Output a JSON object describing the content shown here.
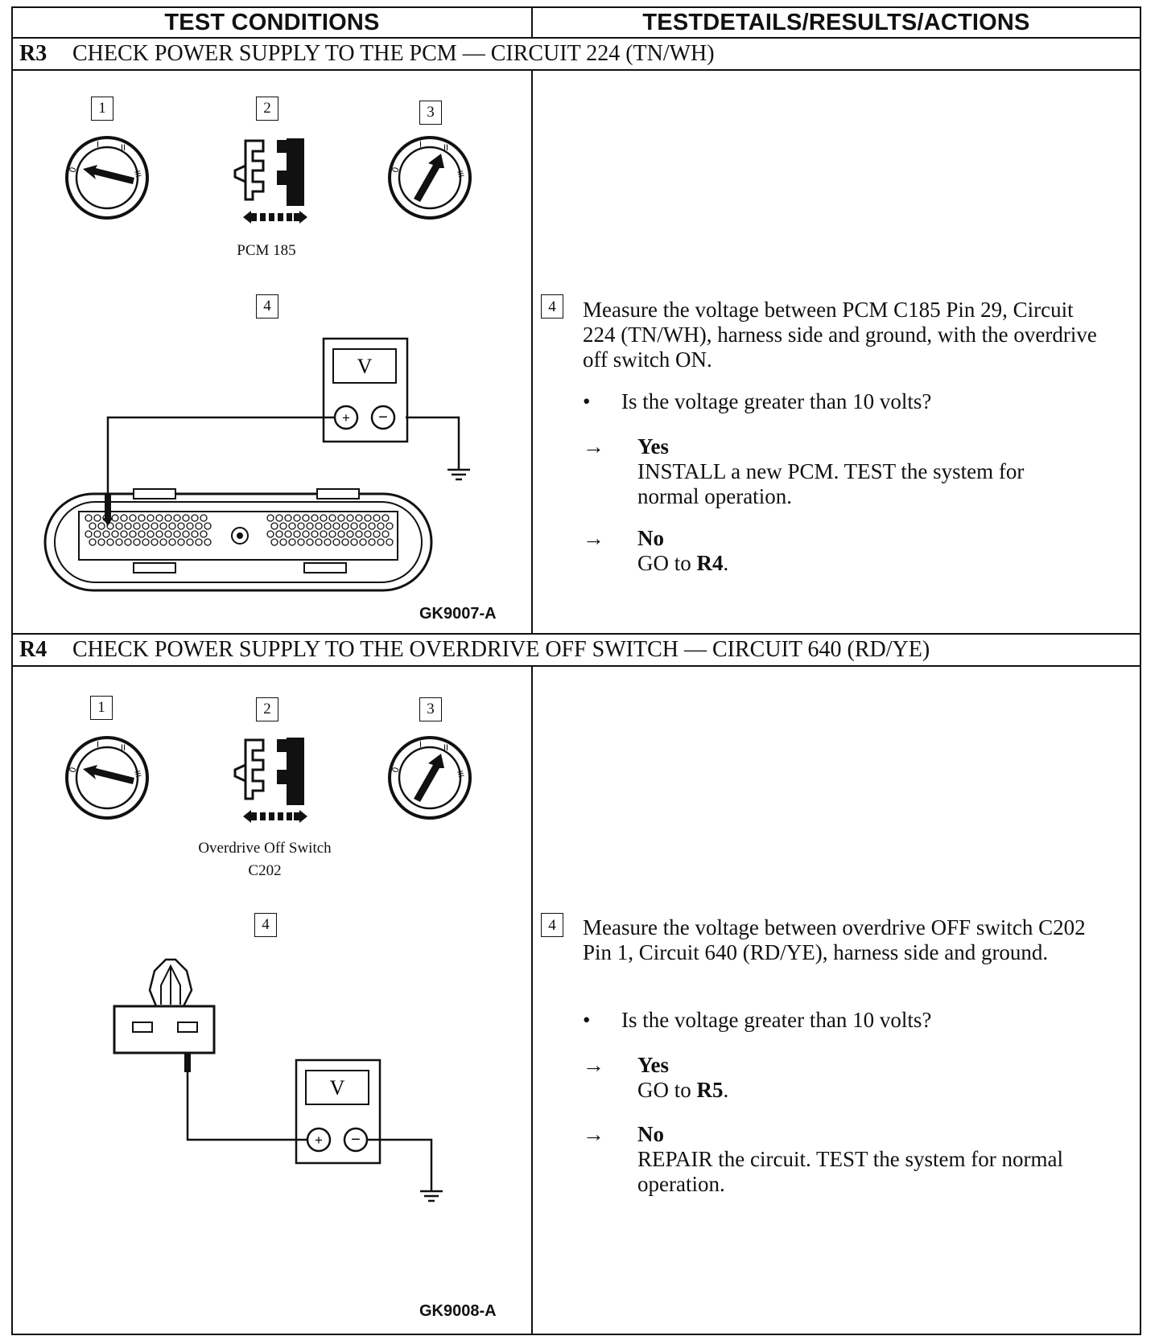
{
  "header": {
    "left": "TEST CONDITIONS",
    "right": "TESTDETAILS/RESULTS/ACTIONS"
  },
  "sections": [
    {
      "code": "R3",
      "title": "CHECK POWER SUPPLY TO THE PCM — CIRCUIT 224 (TN/WH)",
      "steps": [
        "1",
        "2",
        "3",
        "4"
      ],
      "connector_caption": [
        "PCM 185"
      ],
      "meter_label": "V",
      "figure_code": "GK9007-A",
      "instruction_step": "4",
      "instruction": "Measure the voltage between PCM C185 Pin 29, Circuit 224 (TN/WH), harness side and ground, with the overdrive off switch ON.",
      "question": "Is the voltage greater than 10 volts?",
      "yes_label": "Yes",
      "yes_text": "INSTALL a new PCM. TEST the system for normal operation.",
      "yes_ref": "",
      "no_label": "No",
      "no_text": "GO to",
      "no_ref": "R4"
    },
    {
      "code": "R4",
      "title": "CHECK POWER SUPPLY TO THE OVERDRIVE OFF SWITCH — CIRCUIT 640 (RD/YE)",
      "steps": [
        "1",
        "2",
        "3",
        "4"
      ],
      "connector_caption": [
        "Overdrive Off Switch",
        "C202"
      ],
      "meter_label": "V",
      "figure_code": "GK9008-A",
      "instruction_step": "4",
      "instruction": "Measure the voltage between overdrive OFF switch C202 Pin 1, Circuit 640 (RD/YE), harness side and ground.",
      "question": "Is the voltage greater than 10 volts?",
      "yes_label": "Yes",
      "yes_text": "GO to",
      "yes_ref": "R5",
      "no_label": "No",
      "no_text": "REPAIR the circuit. TEST the system for normal operation.",
      "no_ref": ""
    }
  ],
  "arrow_glyph": "→",
  "bullet_glyph": "•",
  "dial_marks": [
    "0",
    "I",
    "II",
    "III"
  ]
}
